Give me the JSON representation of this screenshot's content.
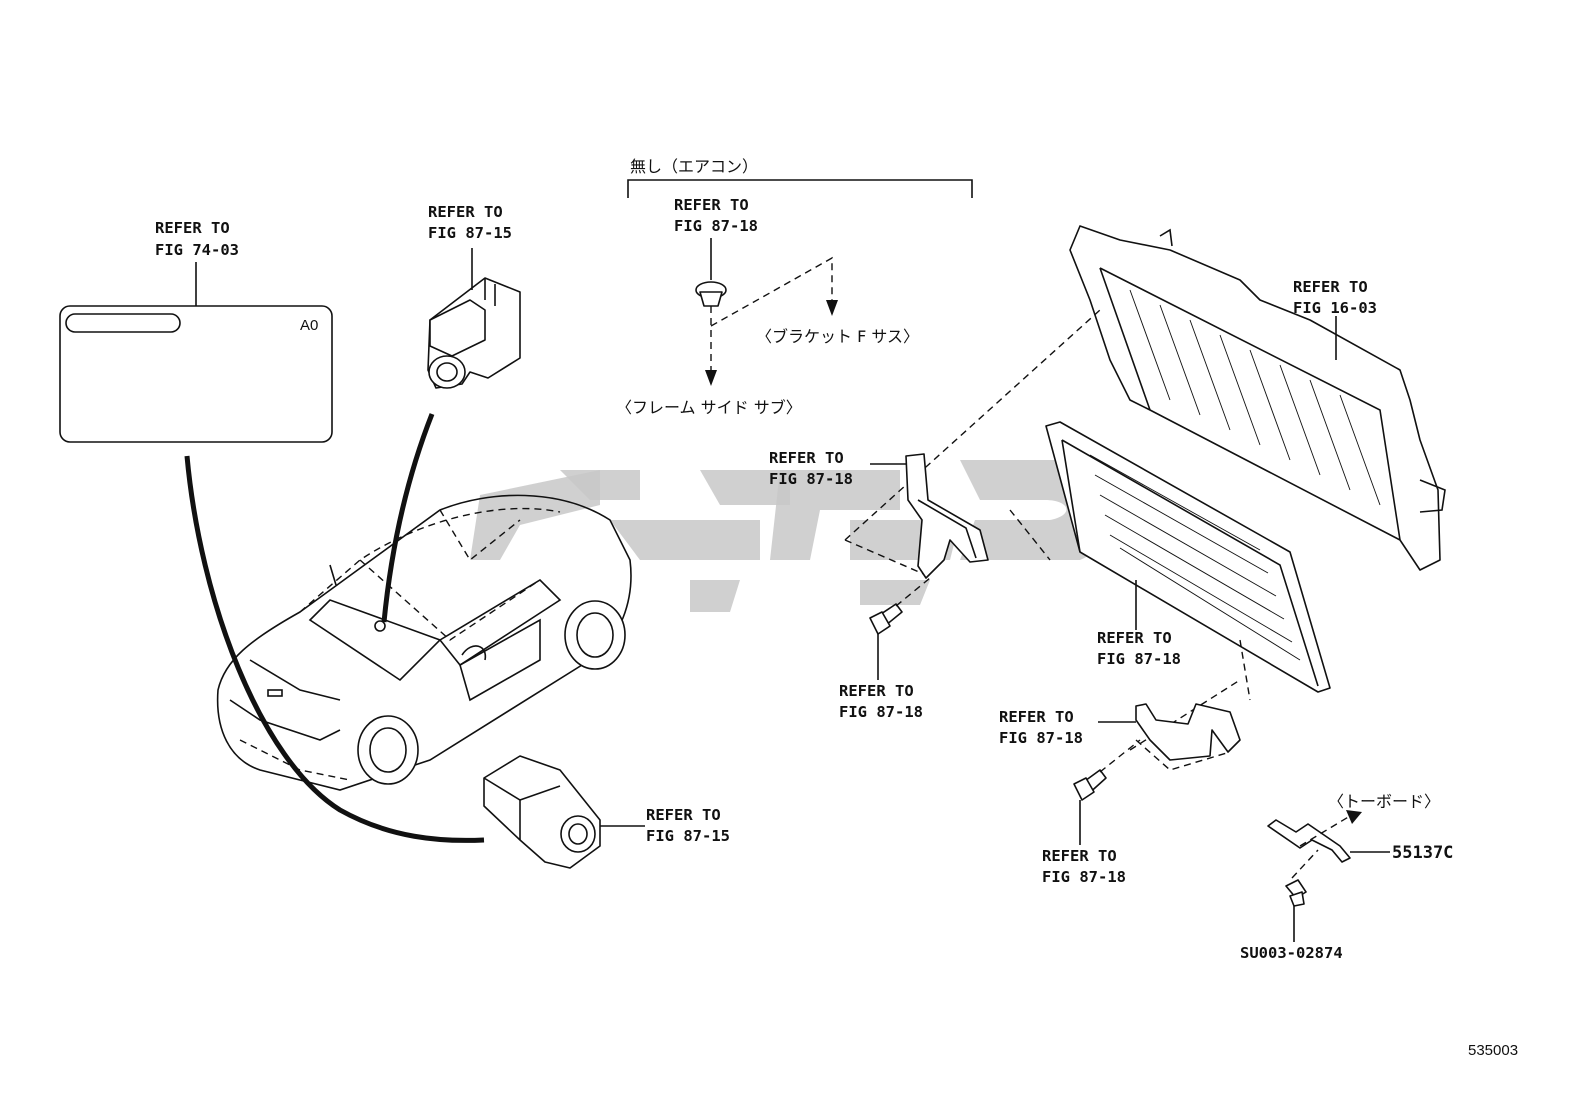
{
  "labels": {
    "refer_74_03": [
      "REFER TO",
      "FIG 74-03"
    ],
    "refer_87_15_top": [
      "REFER TO",
      "FIG 87-15"
    ],
    "refer_87_18_clip": [
      "REFER TO",
      "FIG 87-18"
    ],
    "refer_16_03": [
      "REFER TO",
      "FIG 16-03"
    ],
    "refer_87_18_bracket": [
      "REFER TO",
      "FIG 87-18"
    ],
    "refer_87_18_bolt1": [
      "REFER TO",
      "FIG 87-18"
    ],
    "refer_87_18_condenser": [
      "REFER TO",
      "FIG 87-18"
    ],
    "refer_87_18_lower_bracket": [
      "REFER TO",
      "FIG 87-18"
    ],
    "refer_87_18_bolt2": [
      "REFER TO",
      "FIG 87-18"
    ],
    "refer_87_15_bottom": [
      "REFER TO",
      "FIG 87-15"
    ]
  },
  "japanese": {
    "no_aircon": "無し（エアコン）",
    "bracket_f_sus": "〈ブラケット F サス〉",
    "frame_side_sub": "〈フレーム サイド サブ〉",
    "toe_board": "〈トーボード〉"
  },
  "label_card_code": "A0",
  "part_numbers": {
    "clip": "55137C",
    "code": "SU003-02874"
  },
  "figure_number": "535003"
}
